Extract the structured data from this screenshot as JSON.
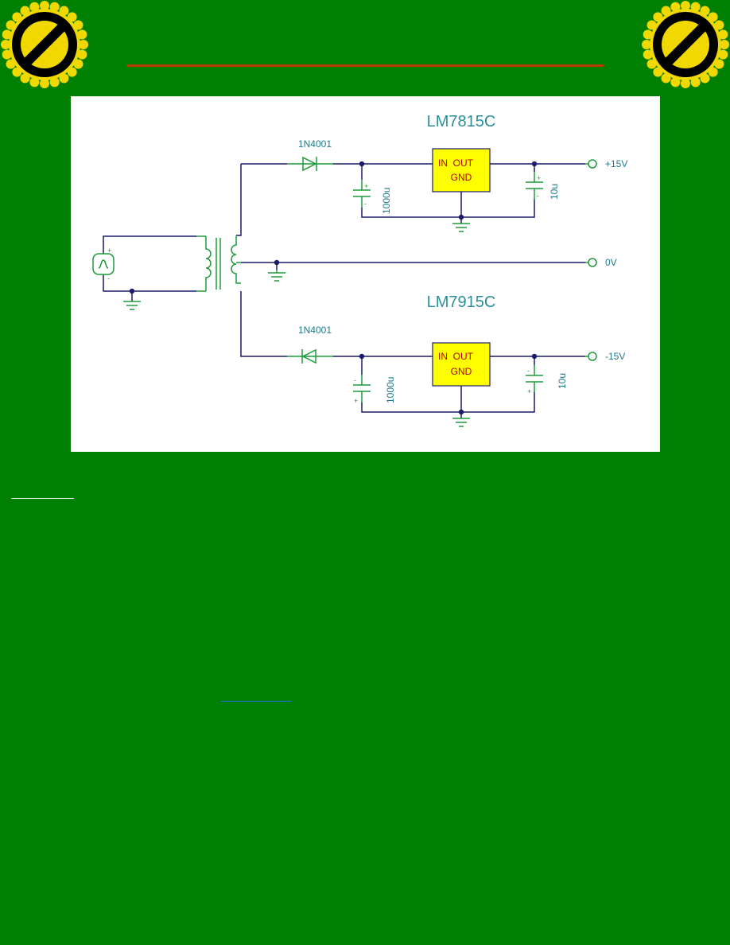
{
  "colors": {
    "background": "#008000",
    "rule": "#b83a00",
    "wire": "#1a1a6e",
    "component": "#1f9a3a",
    "label_teal": "#2b8f9a",
    "regulator_fill": "#ffff00",
    "regulator_text": "#b30000",
    "badge_gear": "#f0d800",
    "link_blue": "#3366ff"
  },
  "badges": {
    "left_icon": "no-entry-gear-icon",
    "right_icon": "no-entry-gear-icon"
  },
  "diagram": {
    "regulator_top": {
      "name": "LM7815C",
      "pins_top": "IN  OUT",
      "pins_bottom": "GND"
    },
    "regulator_bottom": {
      "name": "LM7915C",
      "pins_top": "IN  OUT",
      "pins_bottom": "GND"
    },
    "diode_top": "1N4001",
    "diode_bottom": "1N4001",
    "cap_in_top": "1000u",
    "cap_out_top": "10u",
    "cap_in_bottom": "1000u",
    "cap_out_bottom": "10u",
    "out_pos": "+15V",
    "out_zero": "0V",
    "out_neg": "-15V"
  }
}
